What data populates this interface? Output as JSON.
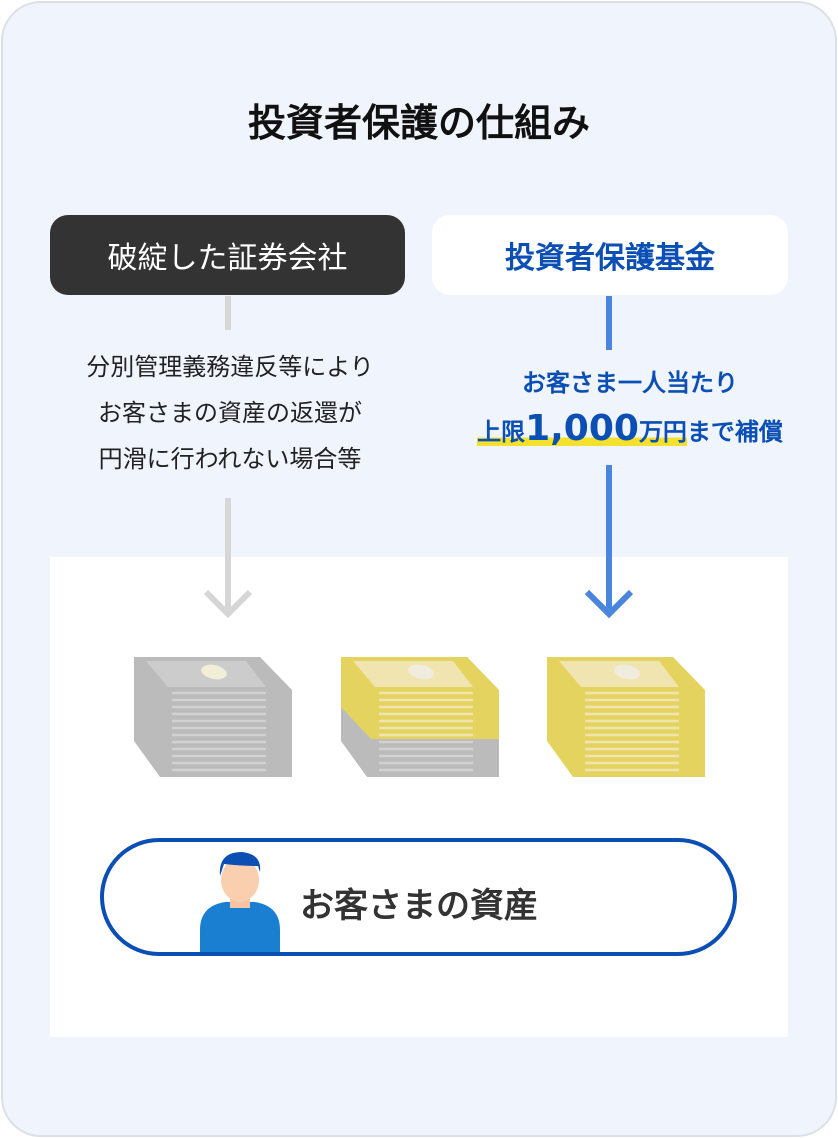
{
  "title": "投資者保護の仕組み",
  "left": {
    "label": "破綻した証券会社",
    "description": [
      "分別管理義務違反等により",
      "お客さまの資産の返還が",
      "円滑に行われない場合等"
    ]
  },
  "right": {
    "label": "投資者保護基金",
    "line1": "お客さま一人当たり",
    "line2_prefix": "上限",
    "amount": "1,000",
    "unit": "万円",
    "line2_suffix": "まで補償"
  },
  "asset_label": "お客さまの資産",
  "colors": {
    "blue": "#0b4fb5",
    "gray": "#bbbbbb",
    "gold": "#e4d35f",
    "highlight": "#f4e12d"
  }
}
